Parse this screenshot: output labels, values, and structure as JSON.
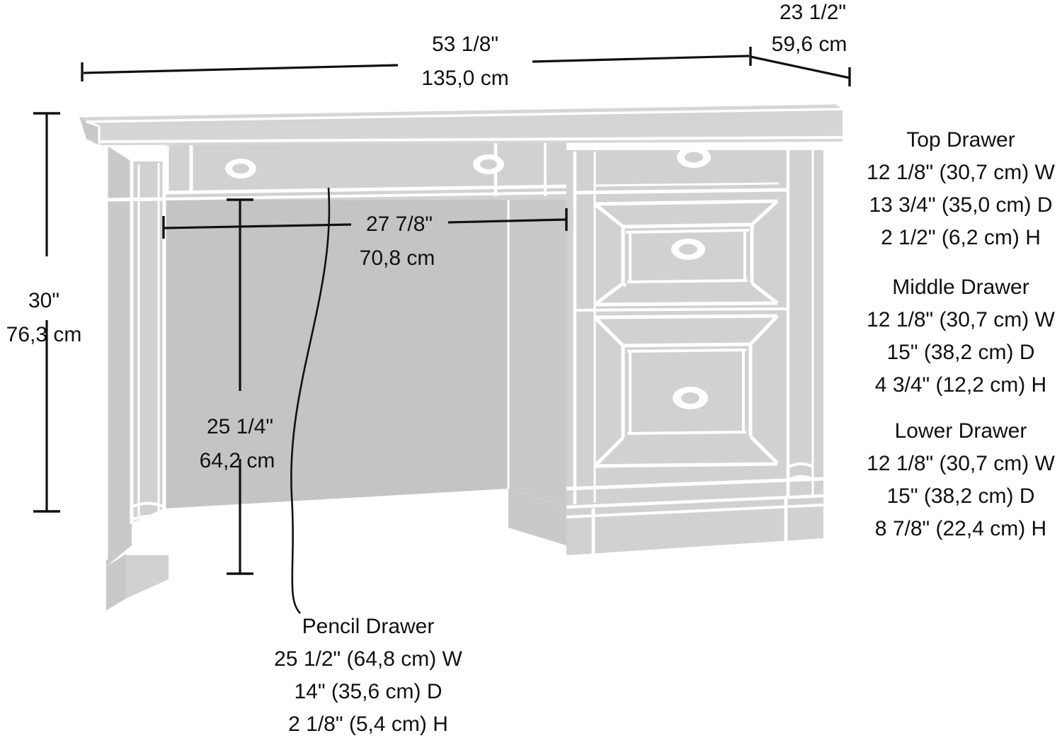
{
  "product": {
    "type": "desk-dimension-diagram",
    "view": "three-quarter perspective line illustration"
  },
  "colors": {
    "fill_main": "#d1d1d1",
    "fill_light": "#d6d6d6",
    "fill_dark": "#c4c4c4",
    "seam": "#ffffff",
    "ink": "#111111",
    "background": "#ffffff"
  },
  "dimensions": {
    "overall_width": {
      "imperial": "53 1/8\"",
      "metric": "135,0 cm"
    },
    "overall_depth": {
      "imperial": "23 1/2\"",
      "metric": "59,6 cm"
    },
    "overall_height": {
      "imperial": "30\"",
      "metric": "76,3 cm"
    },
    "knee_space_width": {
      "imperial": "27 7/8\"",
      "metric": "70,8 cm"
    },
    "knee_space_height": {
      "imperial": "25 1/4\"",
      "metric": "64,2 cm"
    }
  },
  "drawers": [
    {
      "name": "Top Drawer",
      "lines": [
        "12 1/8\" (30,7 cm) W",
        "13 3/4\" (35,0 cm) D",
        "2 1/2\" (6,2 cm) H"
      ]
    },
    {
      "name": "Middle Drawer",
      "lines": [
        "12 1/8\" (30,7 cm) W",
        "15\" (38,2 cm) D",
        "4 3/4\" (12,2 cm) H"
      ]
    },
    {
      "name": "Lower Drawer",
      "lines": [
        "12 1/8\" (30,7 cm) W",
        "15\" (38,2 cm) D",
        "8 7/8\" (22,4 cm) H"
      ]
    }
  ],
  "pencil_drawer": {
    "name": "Pencil Drawer",
    "lines": [
      "25 1/2\" (64,8 cm) W",
      "14\" (35,6 cm) D",
      "2 1/8\" (5,4 cm) H"
    ]
  }
}
